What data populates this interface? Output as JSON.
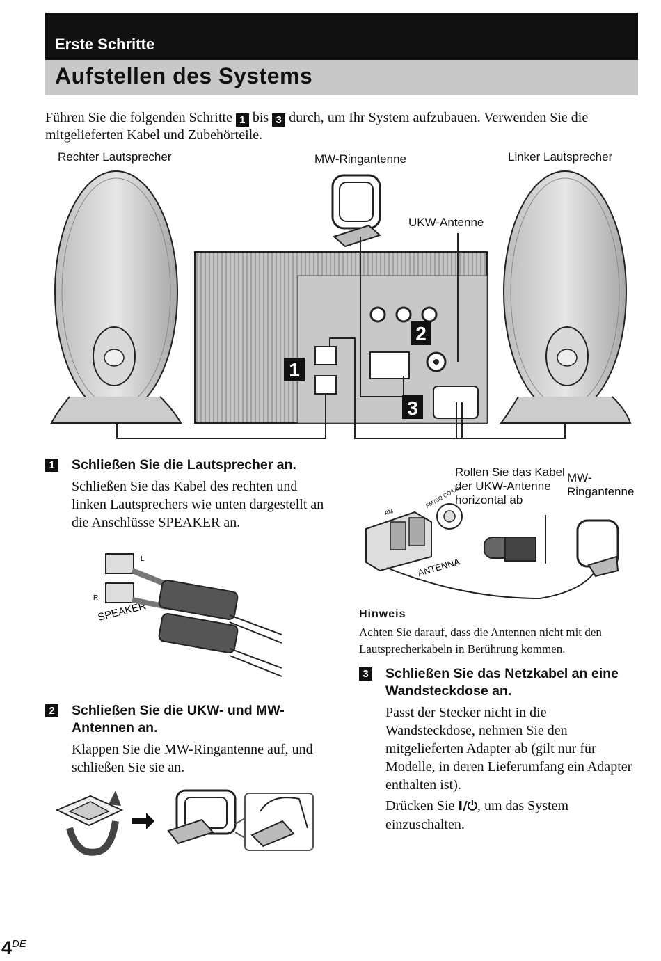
{
  "header": {
    "section": "Erste Schritte",
    "title": "Aufstellen des Systems"
  },
  "intro": {
    "part1": "Führen Sie die folgenden Schritte",
    "step_a": "1",
    "bis": "bis",
    "step_b": "3",
    "part2": "durch, um Ihr System aufzubauen. Verwenden Sie die mitgelieferten Kabel und Zubehörteile."
  },
  "main_figure": {
    "label_right_speaker": "Rechter Lautsprecher",
    "label_mw_antenna": "MW-Ringantenne",
    "label_left_speaker": "Linker Lautsprecher",
    "label_fm_antenna": "UKW-Antenne",
    "callout_1": "1",
    "callout_2": "2",
    "callout_3": "3"
  },
  "step1": {
    "num": "1",
    "heading": "Schließen Sie die Lautsprecher an.",
    "body": "Schließen Sie das Kabel des rechten und linken Lautsprechers wie unten dargestellt an die Anschlüsse SPEAKER an.",
    "figure_label": "SPEAKER",
    "terminal_r": "R",
    "terminal_l": "L"
  },
  "antenna_figure": {
    "label_roll": "Rollen Sie das Kabel der UKW-Antenne horizontal ab",
    "label_mw": "MW-Ringantenne",
    "label_am": "AM",
    "label_fm": "FM75Ω COAXIAL",
    "label_antenna": "ANTENNA"
  },
  "step2": {
    "num": "2",
    "heading": "Schließen Sie die UKW- und MW-Antennen an.",
    "body": "Klappen Sie die MW-Ringantenne auf, und schließen Sie sie an."
  },
  "note": {
    "heading": "Hinweis",
    "body": "Achten Sie darauf, dass die Antennen nicht mit den Lautsprecherkabeln in Berührung kommen."
  },
  "step3": {
    "num": "3",
    "heading": "Schließen Sie das Netzkabel an eine Wandsteckdose an.",
    "body1": "Passt der Stecker nicht in die Wandsteckdose, nehmen Sie den mitgelieferten Adapter ab (gilt nur für Modelle, in deren Lieferumfang ein Adapter enthalten ist).",
    "body2_pre": "Drücken Sie",
    "power_symbol": "I/⏻",
    "body2_post": ", um das System einzuschalten."
  },
  "footer": {
    "page": "4",
    "lang": "DE"
  }
}
